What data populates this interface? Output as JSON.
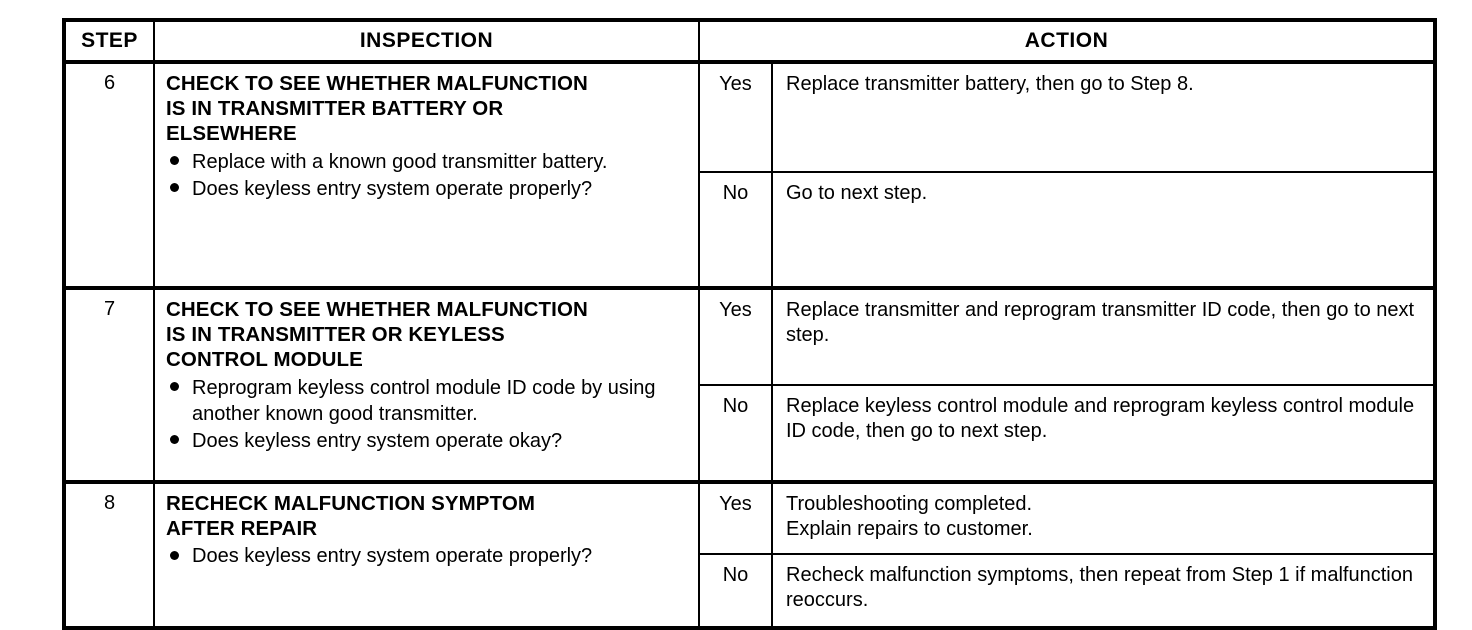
{
  "document": {
    "type": "troubleshooting-chart",
    "headers": {
      "step": "STEP",
      "inspection": "INSPECTION",
      "action": "ACTION"
    },
    "rows": [
      {
        "step": "6",
        "inspection": {
          "title": "CHECK TO SEE WHETHER MALFUNCTION\nIS IN TRANSMITTER BATTERY OR\nELSEWHERE",
          "bullets": [
            "Replace with a known good transmitter battery.",
            "Does keyless entry system operate properly?"
          ]
        },
        "branches": [
          {
            "answer": "Yes",
            "action_lines": [
              "Replace transmitter battery, then go to Step 8."
            ]
          },
          {
            "answer": "No",
            "action_lines": [
              "Go to next step."
            ]
          }
        ]
      },
      {
        "step": "7",
        "inspection": {
          "title": "CHECK TO SEE WHETHER MALFUNCTION\nIS IN TRANSMITTER OR KEYLESS\nCONTROL MODULE",
          "bullets": [
            "Reprogram keyless control module ID code by using another known good transmitter.",
            "Does keyless entry system operate okay?"
          ]
        },
        "branches": [
          {
            "answer": "Yes",
            "action_lines": [
              "Replace transmitter and reprogram transmitter ID code, then go to next step."
            ]
          },
          {
            "answer": "No",
            "action_lines": [
              "Replace keyless control module and reprogram keyless control module ID code, then go to next step."
            ]
          }
        ]
      },
      {
        "step": "8",
        "inspection": {
          "title": "RECHECK MALFUNCTION SYMPTOM\nAFTER REPAIR",
          "bullets": [
            "Does keyless entry system operate properly?"
          ]
        },
        "branches": [
          {
            "answer": "Yes",
            "action_lines": [
              "Troubleshooting completed.",
              "Explain repairs to customer."
            ]
          },
          {
            "answer": "No",
            "action_lines": [
              "Recheck malfunction symptoms, then repeat from Step 1 if malfunction reoccurs."
            ]
          }
        ]
      }
    ]
  },
  "colors": {
    "ink": "#000000",
    "paper": "#ffffff"
  }
}
